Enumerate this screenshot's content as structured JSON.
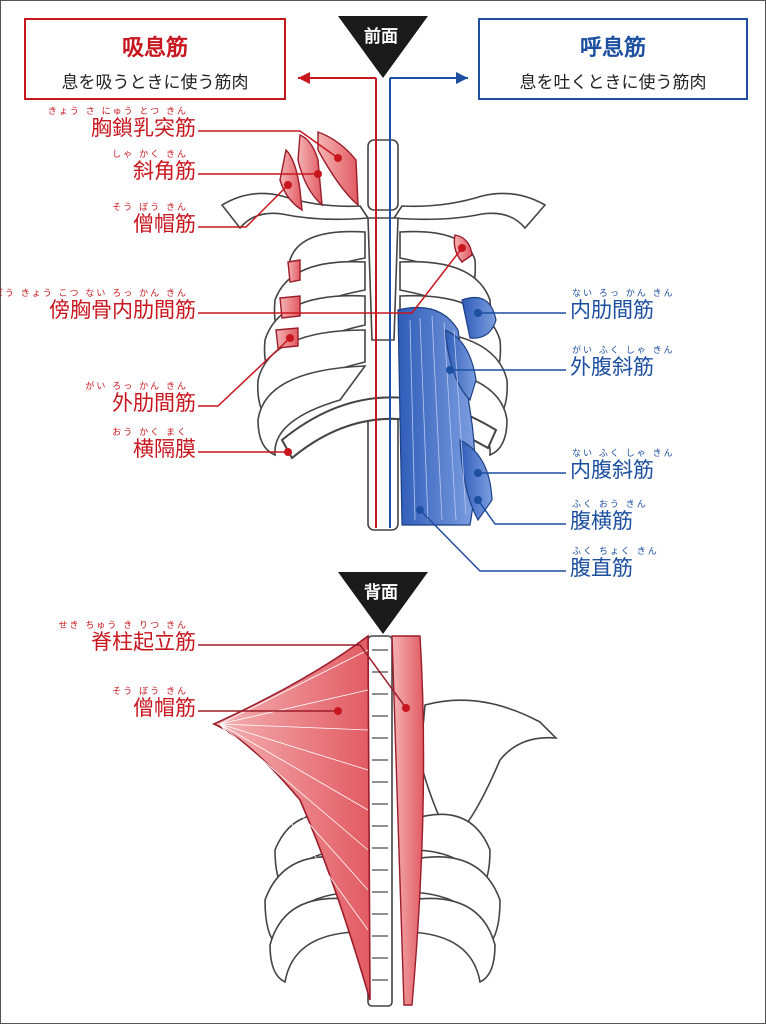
{
  "inhale_box": {
    "title": "吸息筋",
    "subtitle": "息を吸うときに使う筋肉"
  },
  "exhale_box": {
    "title": "呼息筋",
    "subtitle": "息を吐くときに使う筋肉"
  },
  "view_front": "前面",
  "view_back": "背面",
  "front_inhale_muscles": [
    {
      "name": "胸鎖乳突筋",
      "ruby": "きょう さ にゅう とつ きん"
    },
    {
      "name": "斜角筋",
      "ruby": "しゃ かく きん"
    },
    {
      "name": "僧帽筋",
      "ruby": "そう ぼう きん"
    },
    {
      "name": "傍胸骨内肋間筋",
      "ruby": "ぼう きょう こつ ない ろっ かん きん"
    },
    {
      "name": "外肋間筋",
      "ruby": "がい ろっ かん きん"
    },
    {
      "name": "横隔膜",
      "ruby": "おう かく まく"
    }
  ],
  "front_exhale_muscles": [
    {
      "name": "内肋間筋",
      "ruby": "ない ろっ かん きん"
    },
    {
      "name": "外腹斜筋",
      "ruby": "がい ふく しゃ きん"
    },
    {
      "name": "内腹斜筋",
      "ruby": "ない ふく しゃ きん"
    },
    {
      "name": "腹横筋",
      "ruby": "ふく おう きん"
    },
    {
      "name": "腹直筋",
      "ruby": "ふく ちょく きん"
    }
  ],
  "back_inhale_muscles": [
    {
      "name": "脊柱起立筋",
      "ruby": "せき ちゅう き りつ きん"
    },
    {
      "name": "僧帽筋",
      "ruby": "そう ぼう きん"
    }
  ],
  "colors": {
    "inhale": "#c8161e",
    "exhale": "#1d4fa0",
    "muscle_red": "#e9747a",
    "muscle_blue": "#3d6bc4"
  }
}
